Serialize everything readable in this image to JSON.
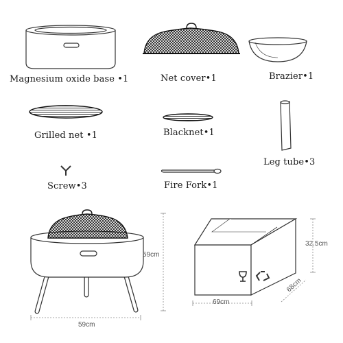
{
  "parts": [
    {
      "id": "base",
      "label": "Magnesium oxide base •1",
      "icon": "magnesium-oxide-base-icon"
    },
    {
      "id": "netcover",
      "label": "Net cover•1",
      "icon": "net-cover-icon"
    },
    {
      "id": "brazier",
      "label": "Brazier•1",
      "icon": "brazier-icon"
    },
    {
      "id": "grill",
      "label": "Grilled net •1",
      "icon": "grilled-net-icon"
    },
    {
      "id": "blacknet",
      "label": "Blacknet•1",
      "icon": "blacknet-icon"
    },
    {
      "id": "leg",
      "label": "Leg tube•3",
      "icon": "leg-tube-icon"
    },
    {
      "id": "screw",
      "label": "Screw•3",
      "icon": "screw-icon"
    },
    {
      "id": "fork",
      "label": "Fire Fork•1",
      "icon": "fire-fork-icon"
    }
  ],
  "dimensions": {
    "product_height": "59cm",
    "product_width": "59cm",
    "box_height": "32.5cm",
    "box_width": "69cm",
    "box_depth": "68cm"
  },
  "colors": {
    "line": "#333333",
    "dim_line": "#888888",
    "mesh": "#111111"
  }
}
